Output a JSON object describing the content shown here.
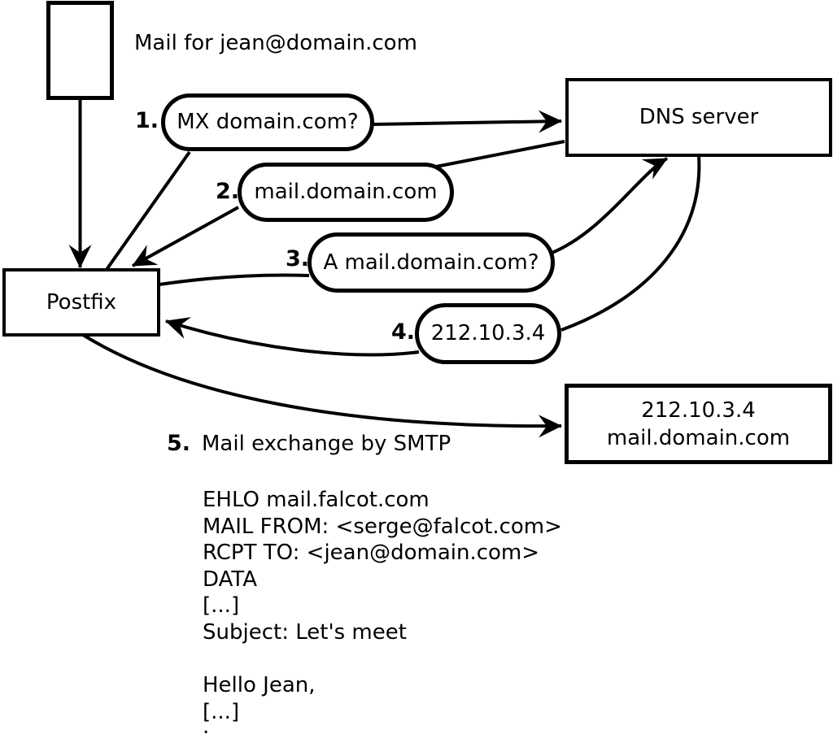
{
  "diagram": {
    "note_top": "Mail for jean@domain.com",
    "nodes": {
      "postfix": {
        "label": "Postfix"
      },
      "dns": {
        "label": "DNS server"
      },
      "mailserver": {
        "line1": "212.10.3.4",
        "line2": "mail.domain.com"
      }
    },
    "steps": [
      {
        "num": "1.",
        "label": "MX domain.com?"
      },
      {
        "num": "2.",
        "label": "mail.domain.com"
      },
      {
        "num": "3.",
        "label": "A mail.domain.com?"
      },
      {
        "num": "4.",
        "label": "212.10.3.4"
      },
      {
        "num": "5.",
        "label": "Mail exchange by SMTP"
      }
    ],
    "smtp_session": {
      "lines": [
        "EHLO mail.falcot.com",
        "MAIL FROM: <serge@falcot.com>",
        "RCPT TO: <jean@domain.com>",
        "DATA",
        "[...]",
        "Subject: Let's meet",
        "",
        "Hello Jean,",
        "[...]"
      ],
      "terminator": "."
    },
    "colors": {
      "stroke": "#000000",
      "background": "#ffffff"
    }
  }
}
